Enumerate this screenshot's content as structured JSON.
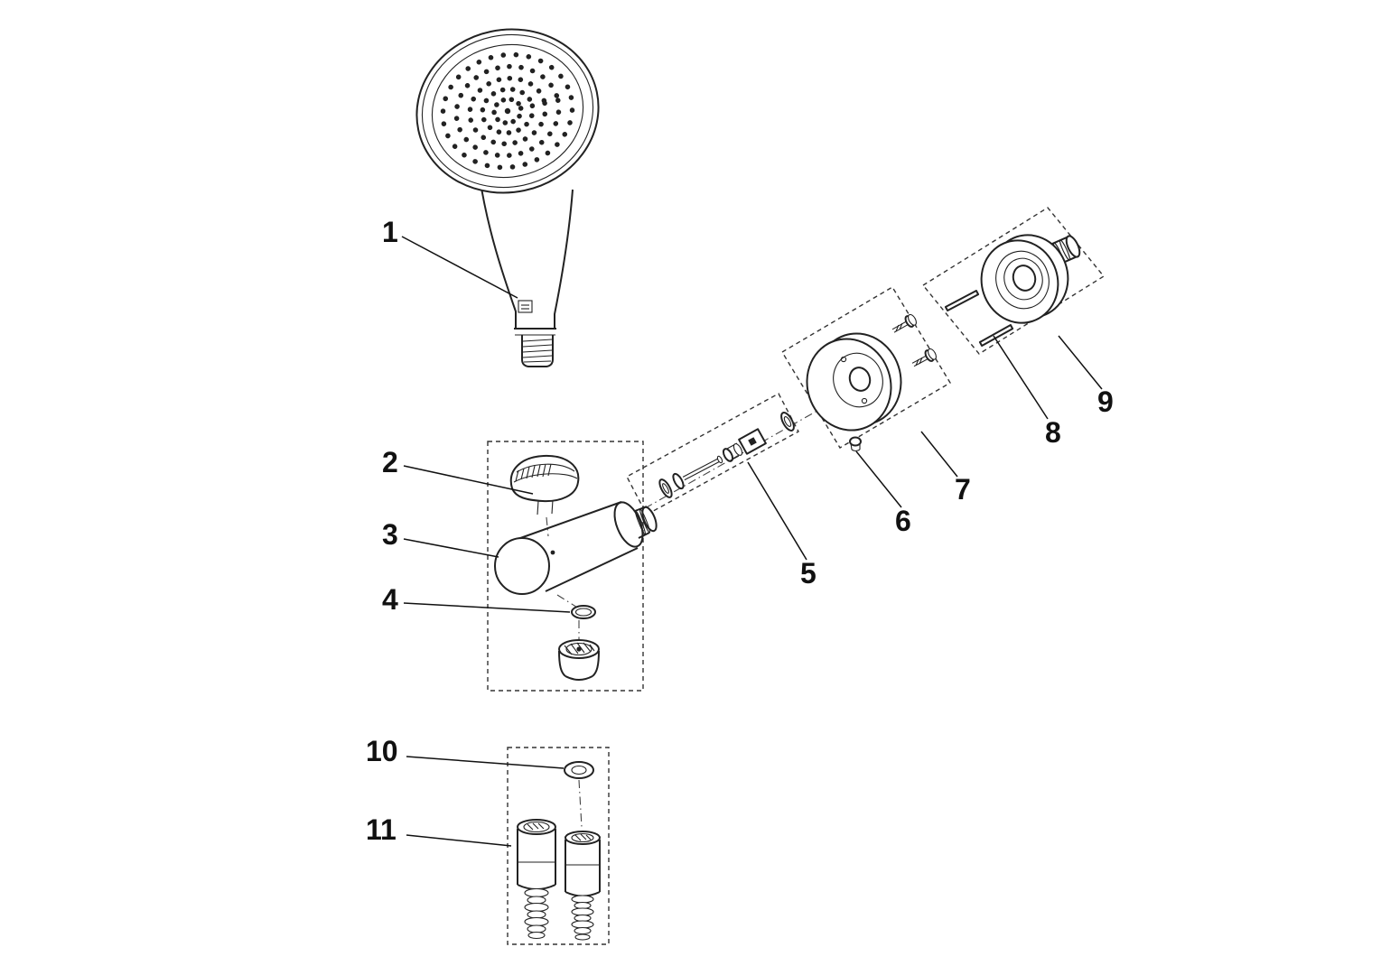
{
  "meta": {
    "background": "#ffffff",
    "line_color": "#222222",
    "label_color": "#111111"
  },
  "diagram": {
    "type": "exploded-parts-diagram",
    "callouts": [
      "1",
      "2",
      "3",
      "4",
      "5",
      "6",
      "7",
      "8",
      "9",
      "10",
      "11"
    ]
  }
}
